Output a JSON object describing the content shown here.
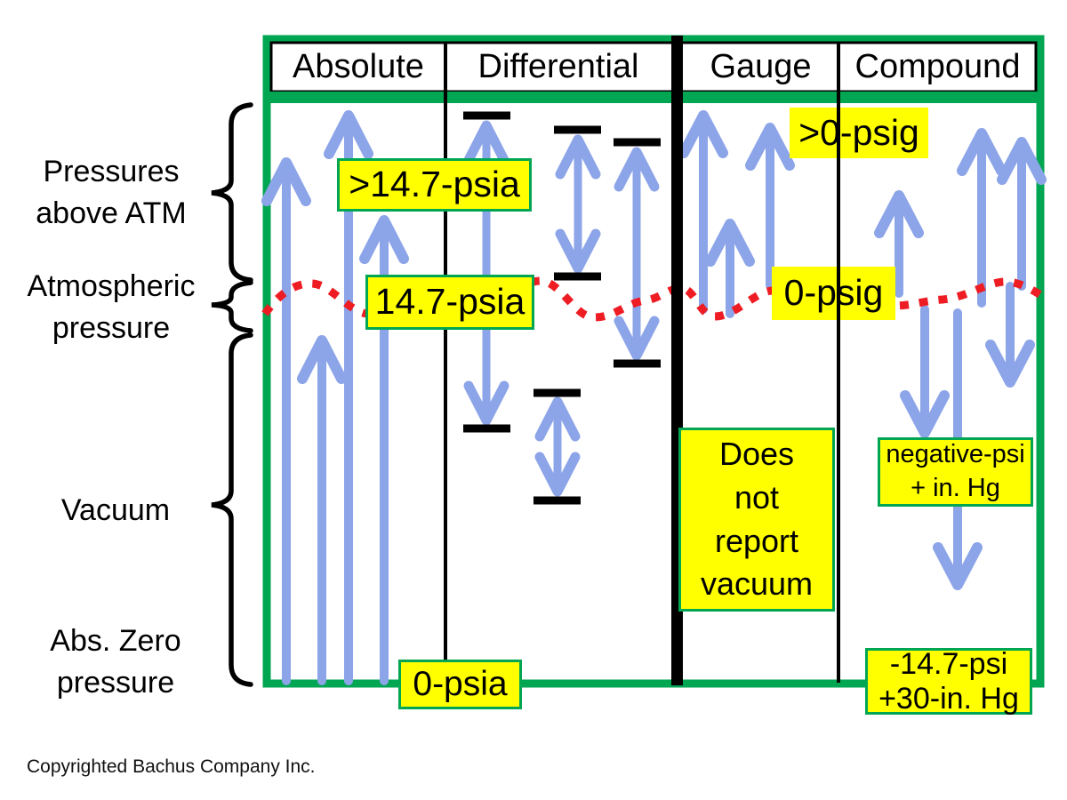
{
  "header": {
    "columns": [
      {
        "label": "Absolute"
      },
      {
        "label": "Differential"
      },
      {
        "label": "Gauge"
      },
      {
        "label": "Compound"
      }
    ]
  },
  "side": {
    "above_atm": {
      "l1": "Pressures",
      "l2": "above ATM"
    },
    "atm": {
      "l1": "Atmospheric",
      "l2": "pressure"
    },
    "vacuum": "Vacuum",
    "abs_zero": {
      "l1": "Abs. Zero",
      "l2": "pressure"
    }
  },
  "labels": {
    "gt_147_psia": ">14.7-psia",
    "atm_147_psia": "14.7-psia",
    "zero_psia": "0-psia",
    "gt_zero_psig": ">0-psig",
    "zero_psig": "0-psig",
    "does_not_report": {
      "l1": "Does",
      "l2": "not",
      "l3": "report",
      "l4": "vacuum"
    },
    "negative_psi": {
      "l1": "negative-psi",
      "l2": "+ in. Hg"
    },
    "minus_147": {
      "l1": "-14.7-psi",
      "l2": "+30-in. Hg"
    }
  },
  "footer": {
    "copyright": "Copyrighted Bachus Company Inc."
  },
  "colors": {
    "frame_green": "#00A651",
    "label_yellow": "#FFFF00",
    "atm_line_red": "#EE1C23",
    "arrow_blue": "#8CA4E8",
    "line_black": "#000000"
  }
}
